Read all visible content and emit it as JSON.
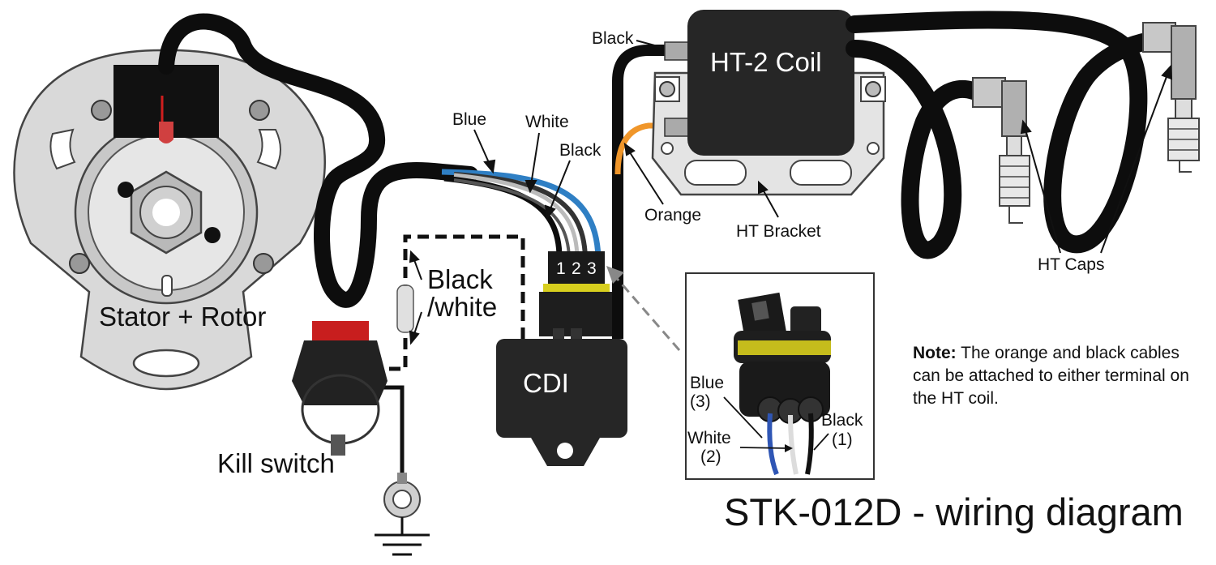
{
  "title": "STK-012D - wiring diagram",
  "components": {
    "stator_rotor": "Stator + Rotor",
    "cdi": "CDI",
    "coil": "HT-2 Coil",
    "ht_bracket": "HT Bracket",
    "ht_caps": "HT Caps",
    "kill_switch": "Kill switch"
  },
  "wire_labels": {
    "blue": "Blue",
    "white": "White",
    "black_cdi": "Black",
    "black_coil": "Black",
    "orange": "Orange",
    "black_white_line1": "Black",
    "black_white_line2": "/white"
  },
  "connector_pins": [
    "3",
    "2",
    "1"
  ],
  "inset": {
    "blue": "Blue",
    "blue_pin": "(3)",
    "white": "White",
    "white_pin": "(2)",
    "black": "Black",
    "black_pin": "(1)"
  },
  "note": {
    "label": "Note:",
    "text": "The orange and black cables can be attached to either terminal on the HT coil."
  },
  "colors": {
    "cable": "#0d0d0d",
    "blue_wire": "#2f7fc4",
    "orange_wire": "#f0962a",
    "metal": "#d4d4d4",
    "kill_button": "#c81e1e",
    "component_body": "#262626"
  }
}
